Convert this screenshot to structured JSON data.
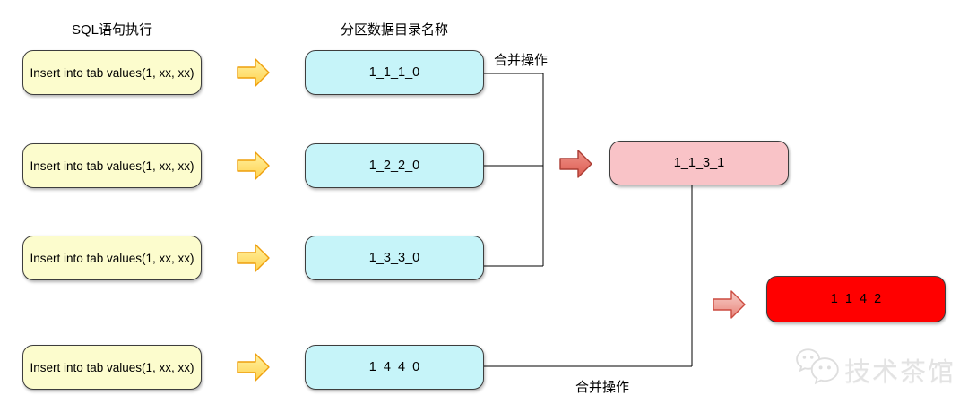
{
  "headers": {
    "left": "SQL语句执行",
    "middle": "分区数据目录名称"
  },
  "rows": [
    {
      "sql": "Insert into tab values(1, xx, xx)",
      "partition": "1_1_1_0"
    },
    {
      "sql": "Insert into tab values(1, xx, xx)",
      "partition": "1_2_2_0"
    },
    {
      "sql": "Insert into tab values(1, xx, xx)",
      "partition": "1_3_3_0"
    },
    {
      "sql": "Insert into tab values(1, xx, xx)",
      "partition": "1_4_4_0"
    }
  ],
  "merge": {
    "label_top": "合并操作",
    "label_bottom": "合并操作",
    "level1_result": "1_1_3_1",
    "level2_result": "1_1_4_2"
  },
  "watermark": {
    "text": "技术茶馆",
    "icon": "wechat-chat-bubbles-icon"
  },
  "colors": {
    "sql_box_fill": "#fcfccd",
    "partition_box_fill": "#c6f4f9",
    "merge_level1_fill": "#f9c3c7",
    "merge_level2_fill": "#ff0000",
    "box_border": "#3d3d3d",
    "yellow_arrow_border": "#ee9f0c",
    "red_arrow_border": "#aa3c33",
    "connector_line": "#000000"
  }
}
